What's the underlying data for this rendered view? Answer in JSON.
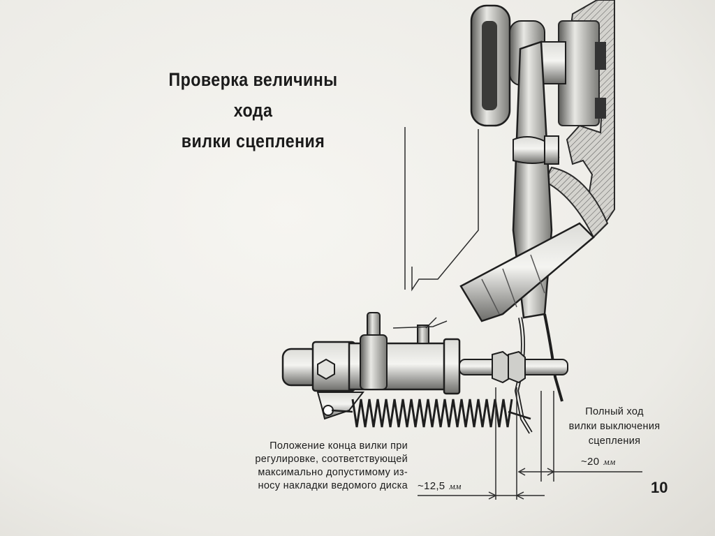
{
  "title": {
    "line1": "Проверка величины хода",
    "line2": "вилки сцепления"
  },
  "note": {
    "lines": [
      "Положение конца вилки при",
      "регулировке, соответствующей",
      "максимально допустимому из-",
      "носу накладки ведомого диска"
    ]
  },
  "full_travel": {
    "lines": [
      "Полный ход",
      "вилки выключения",
      "сцепления"
    ],
    "value": "~20",
    "unit": "мм"
  },
  "adjust_travel": {
    "value": "~12,5",
    "unit": "мм"
  },
  "page_number": "10"
}
